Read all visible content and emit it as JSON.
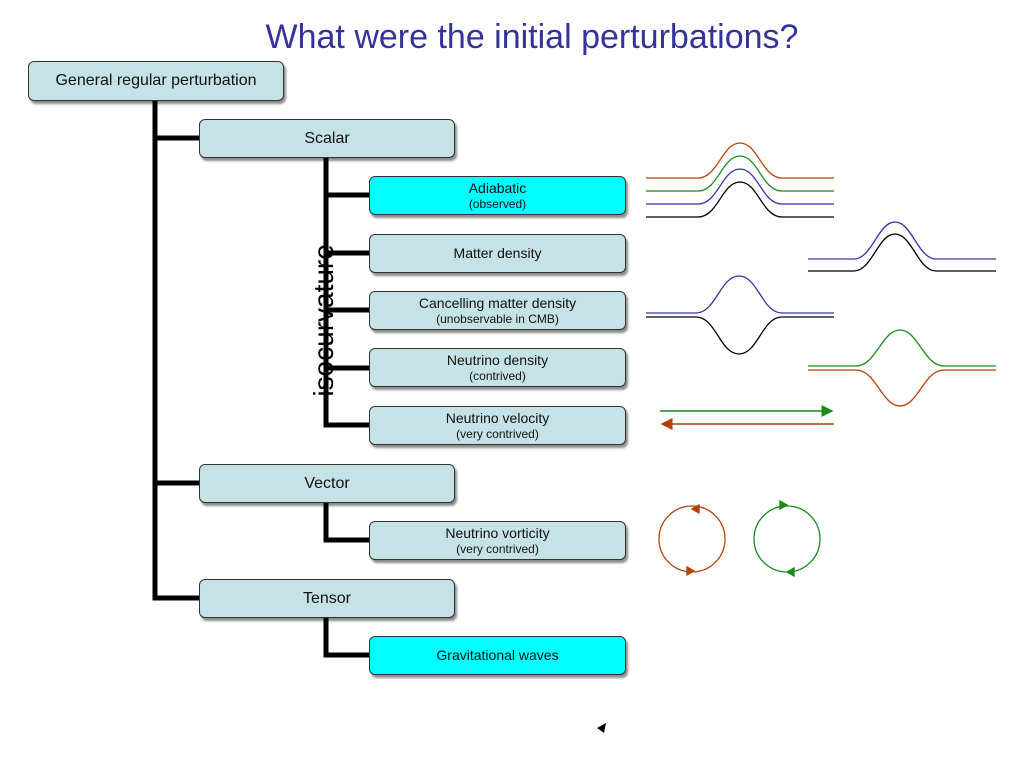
{
  "title": "What were the initial perturbations?",
  "root": {
    "label": "General regular perturbation"
  },
  "groups": [
    {
      "label": "Scalar",
      "children": [
        {
          "label": "Adiabatic",
          "note": "(observed)",
          "highlight": true
        },
        {
          "label": "Matter density",
          "note": "",
          "highlight": false
        },
        {
          "label": "Cancelling matter density",
          "note": "(unobservable in CMB)",
          "highlight": false
        },
        {
          "label": "Neutrino density",
          "note": "(contrived)",
          "highlight": false
        },
        {
          "label": "Neutrino velocity",
          "note": "(very contrived)",
          "highlight": false
        }
      ]
    },
    {
      "label": "Vector",
      "children": [
        {
          "label": "Neutrino vorticity",
          "note": "(very contrived)",
          "highlight": false
        }
      ]
    },
    {
      "label": "Tensor",
      "children": [
        {
          "label": "Gravitational waves",
          "note": "",
          "highlight": true
        }
      ]
    }
  ],
  "isocurvature_label": "-isocurvature-",
  "colors": {
    "title": "#333399",
    "box_fill": "#c5e3e6",
    "highlight_fill": "#00ffff",
    "orange": "#b5420a",
    "green": "#1a8a1a",
    "blue": "#3333aa",
    "black": "#000000"
  }
}
